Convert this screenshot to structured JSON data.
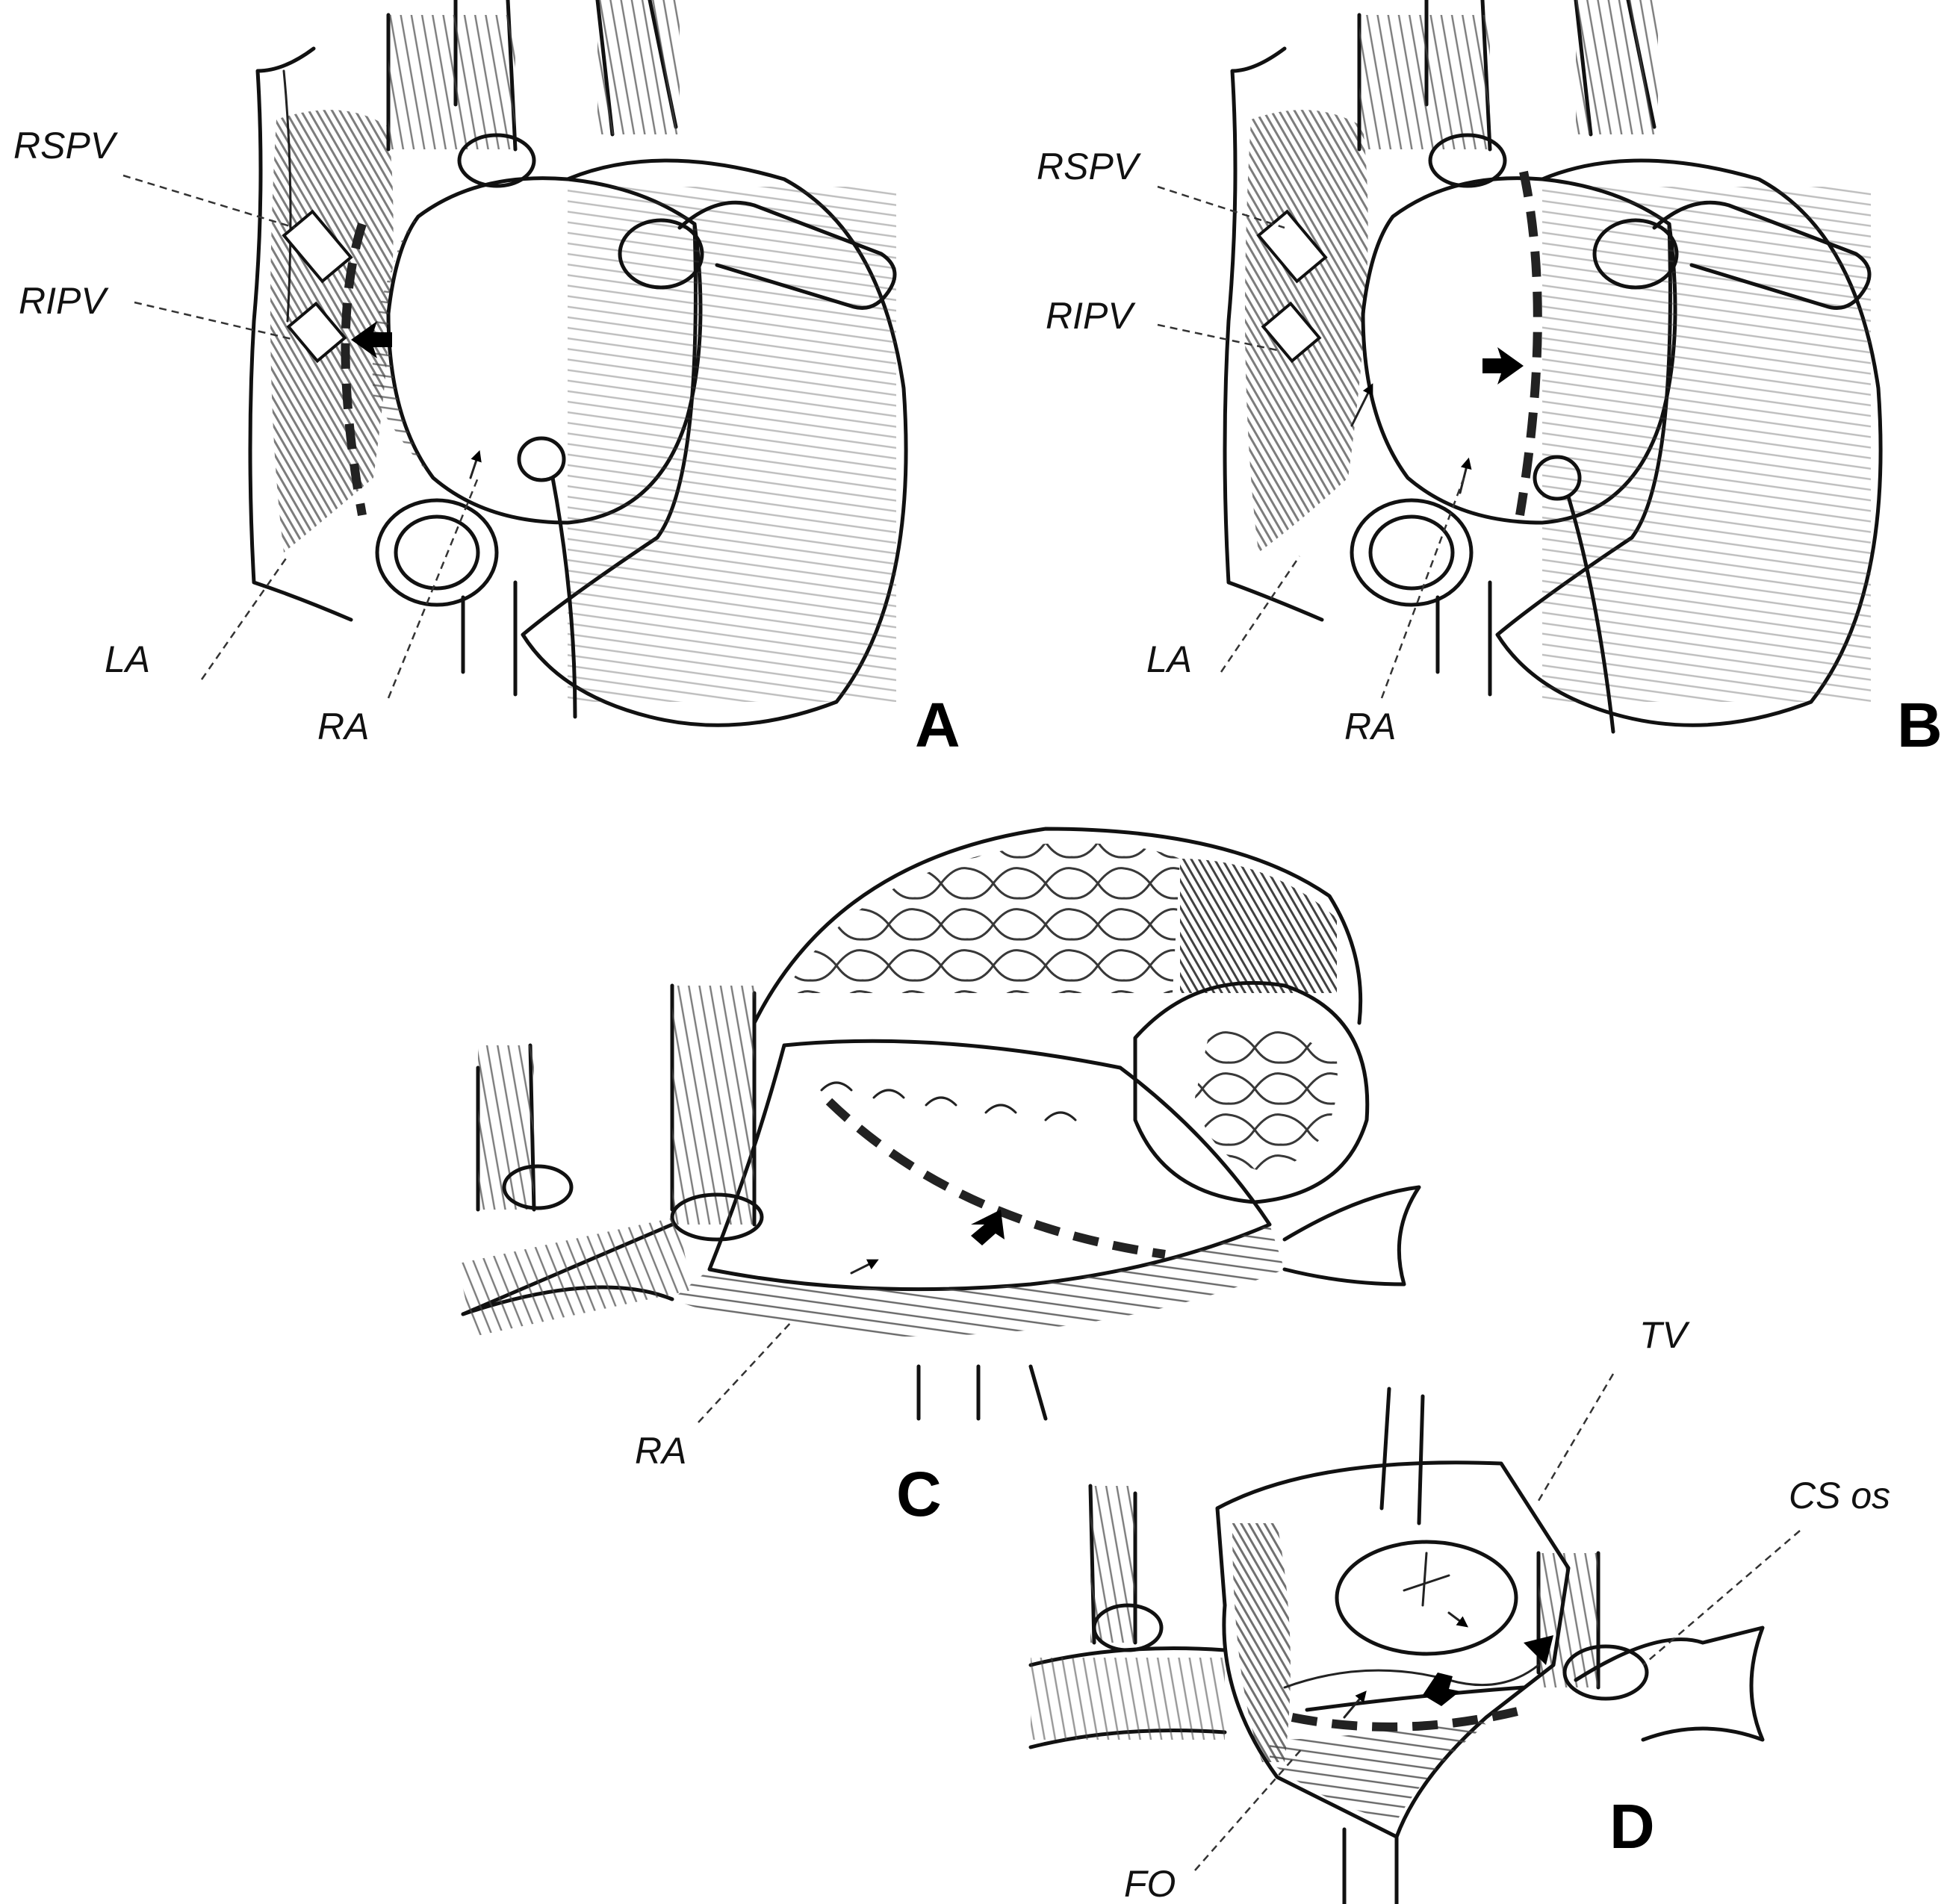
{
  "panels": {
    "a": {
      "letter": "A",
      "labels": {
        "rspv": "RSPV",
        "ripv": "RIPV",
        "la": "LA",
        "ra": "RA"
      }
    },
    "b": {
      "letter": "B",
      "labels": {
        "rspv": "RSPV",
        "ripv": "RIPV",
        "la": "LA",
        "ra": "RA"
      }
    },
    "c": {
      "letter": "C",
      "labels": {
        "ra": "RA"
      }
    },
    "d": {
      "letter": "D",
      "labels": {
        "tv": "TV",
        "cs_os": "CS os",
        "fo": "FO"
      }
    }
  }
}
